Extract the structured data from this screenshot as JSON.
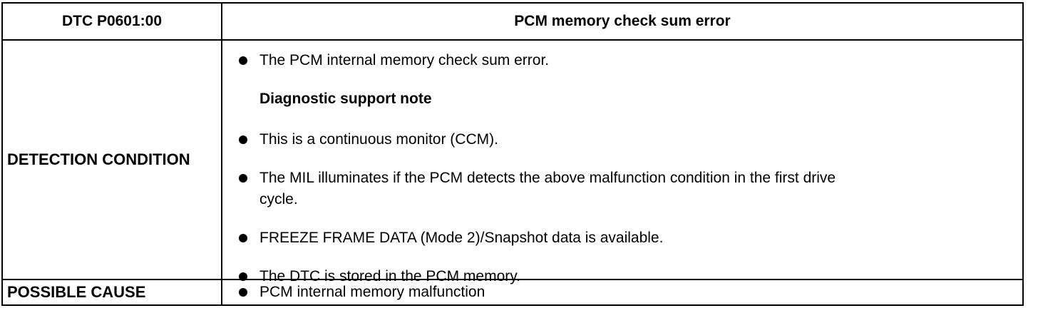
{
  "table": {
    "header": {
      "code": "DTC P0601:00",
      "title": "PCM memory check sum error"
    },
    "detection": {
      "label": "DETECTION CONDITION",
      "bullet_intro": "The PCM internal memory check sum error.",
      "note_heading": "Diagnostic support note",
      "items": [
        "This is a continuous monitor (CCM).",
        "The MIL illuminates if the PCM detects the above malfunction condition in the first drive",
        "cycle.",
        "FREEZE FRAME DATA (Mode 2)/Snapshot data is available.",
        "The DTC is stored in the PCM memory."
      ]
    },
    "possible_cause": {
      "label": "POSSIBLE CAUSE",
      "items": [
        "PCM internal memory malfunction"
      ]
    }
  }
}
